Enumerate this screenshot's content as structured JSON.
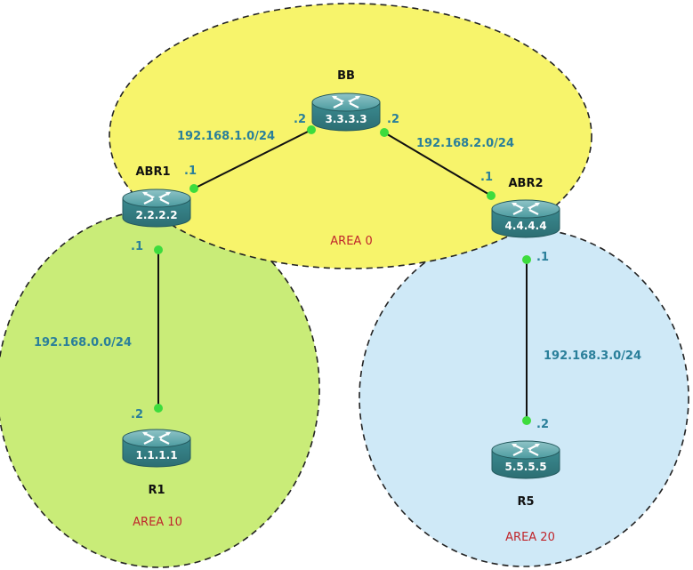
{
  "areas": [
    {
      "id": "area0",
      "label": "AREA 0",
      "fill": "#f7f46b"
    },
    {
      "id": "area10",
      "label": "AREA 10",
      "fill": "#c9ec78"
    },
    {
      "id": "area20",
      "label": "AREA 20",
      "fill": "#cfe9f7"
    }
  ],
  "routers": {
    "bb": {
      "name": "BB",
      "router_id": "3.3.3.3"
    },
    "abr1": {
      "name": "ABR1",
      "router_id": "2.2.2.2"
    },
    "abr2": {
      "name": "ABR2",
      "router_id": "4.4.4.4"
    },
    "r1": {
      "name": "R1",
      "router_id": "1.1.1.1"
    },
    "r5": {
      "name": "R5",
      "router_id": "5.5.5.5"
    }
  },
  "links": {
    "abr1_bb": {
      "network": "192.168.1.0/24",
      "a_if": ".1",
      "b_if": ".2"
    },
    "bb_abr2": {
      "network": "192.168.2.0/24",
      "a_if": ".2",
      "b_if": ".1"
    },
    "abr1_r1": {
      "network": "192.168.0.0/24",
      "a_if": ".1",
      "b_if": ".2"
    },
    "abr2_r5": {
      "network": "192.168.3.0/24",
      "a_if": ".1",
      "b_if": ".2"
    }
  },
  "colors": {
    "link": "#111111",
    "interface_dot": "#3ddc3d",
    "router_body": "#3f8f94",
    "network_label": "#2a7f9a",
    "area_label": "#c0262c"
  }
}
